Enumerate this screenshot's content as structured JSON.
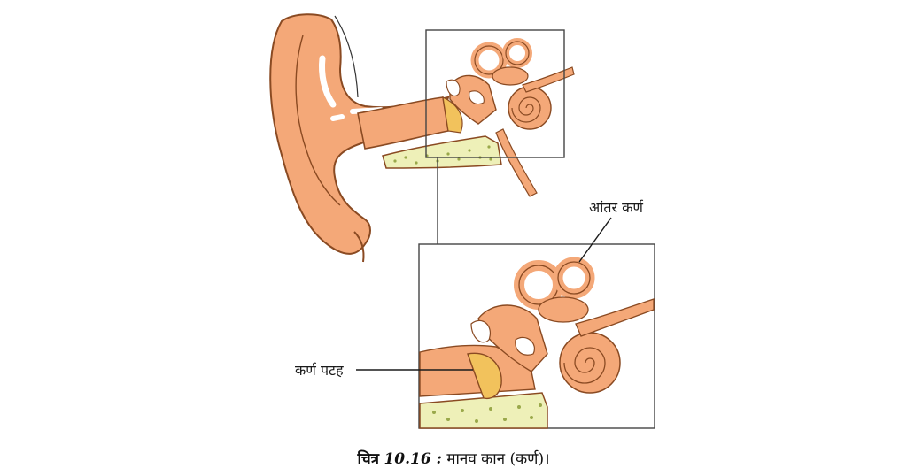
{
  "labels": {
    "inner_ear": "आंतर कर्ण",
    "eardrum": "कर्ण पटह"
  },
  "caption": {
    "prefix": "चित्र",
    "number": "10.16 :",
    "text": "मानव कान (कर्ण)।"
  },
  "colors": {
    "tissue": "#f4a878",
    "outline": "#8a4a22",
    "bone": "#eef0b8",
    "bone_dots": "#9aa84a",
    "eardrum": "#f2c25c",
    "highlight": "#ffffff",
    "frame": "#444444"
  }
}
